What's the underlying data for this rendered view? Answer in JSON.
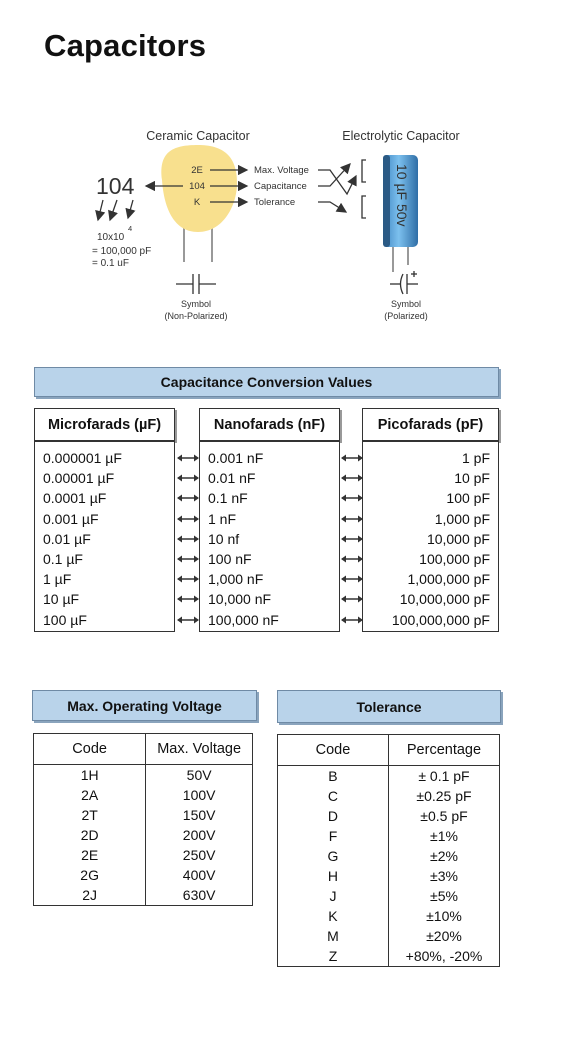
{
  "title": "Capacitors",
  "diagram": {
    "ceramic_label": "Ceramic Capacitor",
    "electrolytic_label": "Electrolytic Capacitor",
    "code": "104",
    "cap_lines": [
      "2E",
      "104",
      "K"
    ],
    "pointers": [
      "Max. Voltage",
      "Capacitance",
      "Tolerance"
    ],
    "calc": [
      "10x10",
      "4",
      "= 100,000 pF",
      "= 0.1 uF"
    ],
    "body_text": "10 µF 50v",
    "symbol_np": [
      "Symbol",
      "(Non-Polarized)"
    ],
    "symbol_p": [
      "Symbol",
      "(Polarized)"
    ],
    "colors": {
      "ceramic": "#f8e08e",
      "electrolytic": "#5aa5dc",
      "arrow": "#333333"
    }
  },
  "conversion": {
    "title": "Capacitance Conversion Values",
    "headers": [
      "Microfarads (µF)",
      "Nanofarads (nF)",
      "Picofarads (pF)"
    ],
    "uf": [
      "0.000001 µF",
      "0.00001 µF",
      "0.0001 µF",
      "0.001 µF",
      "0.01 µF",
      "0.1 µF",
      "1 µF",
      "10 µF",
      "100 µF"
    ],
    "nf": [
      "0.001 nF",
      "0.01 nF",
      "0.1 nF",
      "1 nF",
      "10 nf",
      "100 nF",
      "1,000 nF",
      "10,000 nF",
      "100,000 nF"
    ],
    "pf": [
      "1 pF",
      "10 pF",
      "100 pF",
      "1,000 pF",
      "10,000 pF",
      "100,000 pF",
      "1,000,000 pF",
      "10,000,000 pF",
      "100,000,000 pF"
    ]
  },
  "voltage": {
    "title": "Max. Operating Voltage",
    "headers": [
      "Code",
      "Max. Voltage"
    ],
    "rows": [
      [
        "1H",
        "50V"
      ],
      [
        "2A",
        "100V"
      ],
      [
        "2T",
        "150V"
      ],
      [
        "2D",
        "200V"
      ],
      [
        "2E",
        "250V"
      ],
      [
        "2G",
        "400V"
      ],
      [
        "2J",
        "630V"
      ]
    ]
  },
  "tolerance": {
    "title": "Tolerance",
    "headers": [
      "Code",
      "Percentage"
    ],
    "rows": [
      [
        "B",
        "± 0.1 pF"
      ],
      [
        "C",
        "±0.25 pF"
      ],
      [
        "D",
        "±0.5 pF"
      ],
      [
        "F",
        "±1%"
      ],
      [
        "G",
        "±2%"
      ],
      [
        "H",
        "±3%"
      ],
      [
        "J",
        "±5%"
      ],
      [
        "K",
        "±10%"
      ],
      [
        "M",
        "±20%"
      ],
      [
        "Z",
        "+80%, -20%"
      ]
    ]
  },
  "colors": {
    "bar_fill": "#b9d3ea",
    "bar_border": "#6f8aa5"
  }
}
